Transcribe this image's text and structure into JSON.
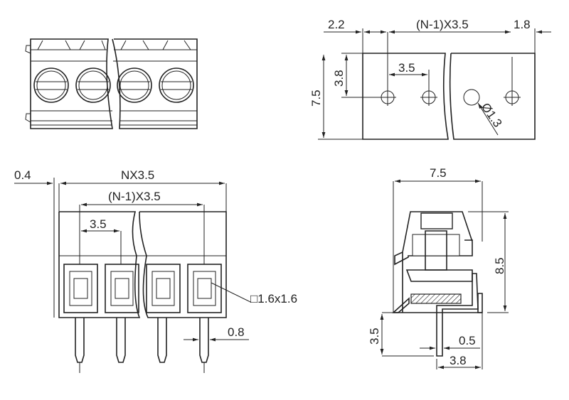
{
  "drawing": {
    "top_view": {},
    "hole_pattern": {
      "dim_edge_left": "2.2",
      "dim_pitch_total": "(N-1)X3.5",
      "dim_edge_right": "1.8",
      "dim_pitch": "3.5",
      "dim_row_offset": "3.8",
      "dim_depth": "7.5",
      "dim_hole_dia": "Ø1.3"
    },
    "front_view": {
      "dim_offset": "0.4",
      "dim_total_width": "NX3.5",
      "dim_pitch_total": "(N-1)X3.5",
      "dim_pitch": "3.5",
      "dim_wire_entry": "□1.6x1.6",
      "dim_pin_width": "0.8"
    },
    "side_view": {
      "dim_depth": "7.5",
      "dim_height": "8.5",
      "dim_pin_length": "3.5",
      "dim_pin_thickness": "0.5",
      "dim_pin_offset": "3.8"
    },
    "colors": {
      "line": "#222222",
      "background": "#ffffff"
    }
  }
}
